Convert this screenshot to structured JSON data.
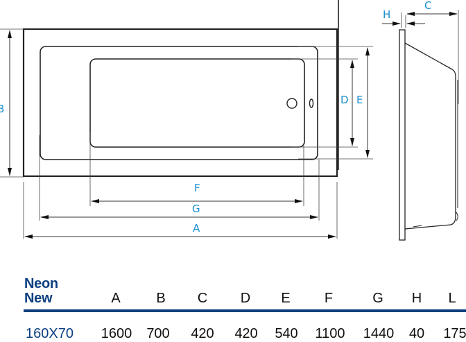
{
  "product": {
    "series_line1": "Neon",
    "series_line2": "New"
  },
  "drawing": {
    "labels": {
      "A": "A",
      "B": "B",
      "C": "C",
      "D": "D",
      "E": "E",
      "F": "F",
      "G": "G",
      "H": "H"
    },
    "accent_color": "#1a8fd0"
  },
  "table": {
    "columns": [
      "A",
      "B",
      "C",
      "D",
      "E",
      "F",
      "G",
      "H",
      "L"
    ],
    "rows": [
      {
        "name": "160X70",
        "values": [
          "1600",
          "700",
          "420",
          "420",
          "540",
          "1100",
          "1440",
          "40",
          "175"
        ]
      }
    ],
    "header_color": "#0c3f80"
  }
}
